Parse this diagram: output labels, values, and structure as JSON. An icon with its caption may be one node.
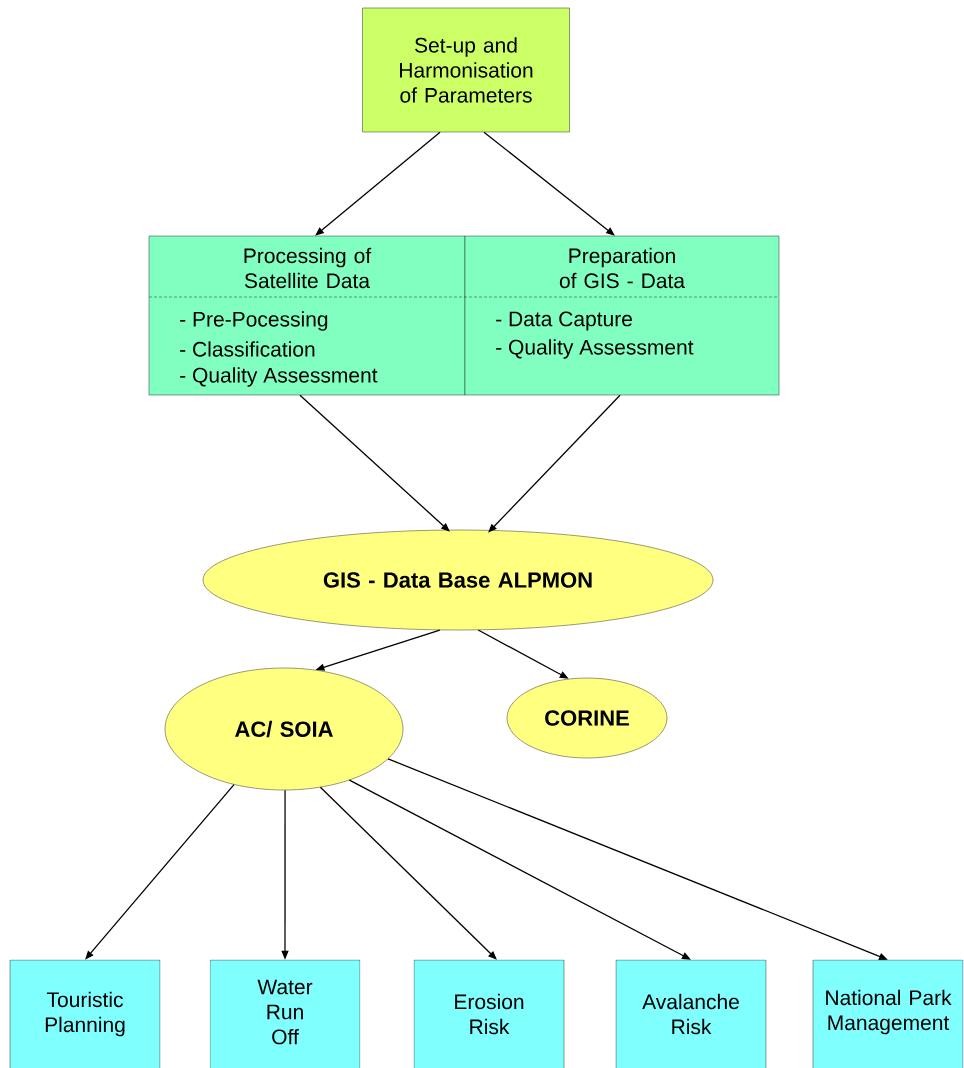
{
  "diagram": {
    "nodes": [
      {
        "text": [
          "Set-up and Harmonisation of Parameters"
        ]
      },
      {
        "text": [
          "Processing of Satellite Data",
          "- Pre-Pocessing",
          "- Classification",
          "- Quality Assessment"
        ]
      },
      {
        "text": [
          "Preparation of GIS - Data",
          "- Data Capture",
          "- Quality Assessment"
        ]
      },
      {
        "text": [
          "GIS - Data Base ALPMON"
        ]
      },
      {
        "text": [
          "AC/ SOIA"
        ]
      },
      {
        "text": [
          "CORINE"
        ]
      },
      {
        "text": [
          "Touristic Planning"
        ]
      },
      {
        "text": [
          "Water Run Off"
        ]
      },
      {
        "text": [
          "Erosion Risk"
        ]
      },
      {
        "text": [
          "Avalanche Risk"
        ]
      },
      {
        "text": [
          "National Park Management"
        ]
      }
    ],
    "edges": [
      {
        "from": 0,
        "to": 1,
        "arrow": "to"
      },
      {
        "from": 0,
        "to": 2,
        "arrow": "to"
      },
      {
        "from": 1,
        "to": 3,
        "arrow": "to"
      },
      {
        "from": 2,
        "to": 3,
        "arrow": "to"
      },
      {
        "from": 3,
        "to": 4,
        "arrow": "to"
      },
      {
        "from": 3,
        "to": 5,
        "arrow": "to"
      },
      {
        "from": 4,
        "to": 6,
        "arrow": "to"
      },
      {
        "from": 4,
        "to": 7,
        "arrow": "to"
      },
      {
        "from": 4,
        "to": 8,
        "arrow": "to"
      },
      {
        "from": 4,
        "to": 9,
        "arrow": "to"
      },
      {
        "from": 4,
        "to": 10,
        "arrow": "to"
      }
    ]
  }
}
